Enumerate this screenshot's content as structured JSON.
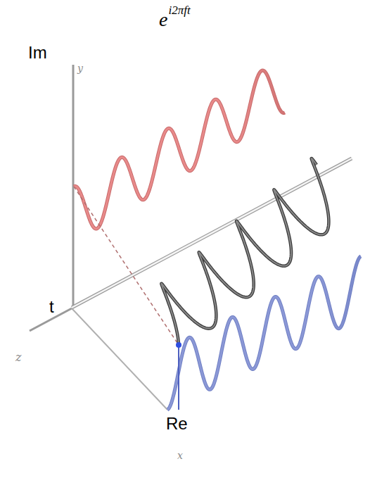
{
  "diagram": {
    "labels": [
      "e",
      "i2πft",
      "Im",
      "t",
      "Re",
      "y",
      "z",
      "x"
    ]
  }
}
